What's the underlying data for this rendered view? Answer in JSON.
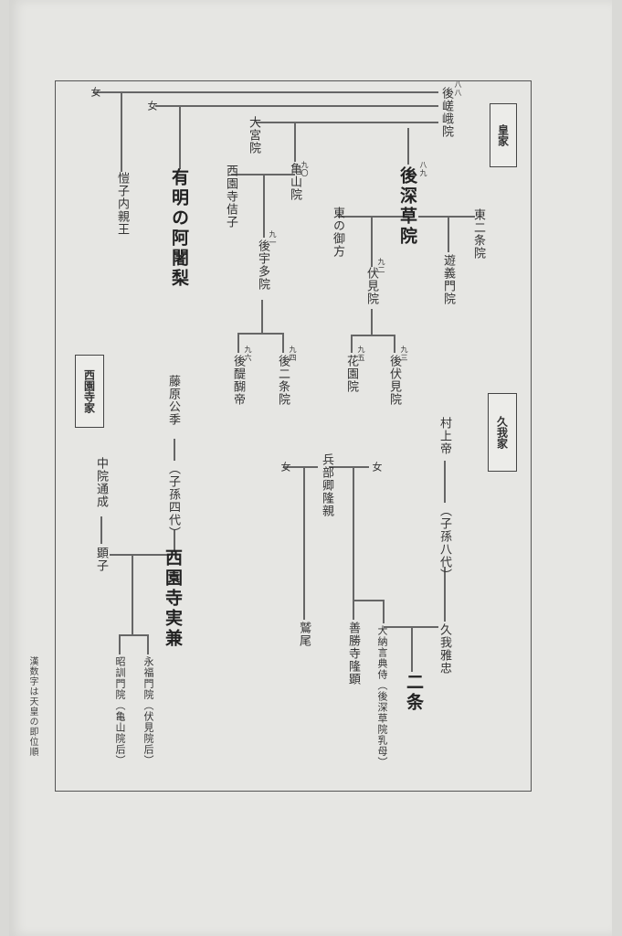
{
  "headers": {
    "imperial": "皇家",
    "kuga": "久我家",
    "saionji": "西園寺家"
  },
  "people": {
    "gosaga": "後嵯峨院",
    "fu_left": "女",
    "fu_left2": "女",
    "kishi": "愷子内親王",
    "ariake": "有明の阿闍梨",
    "omiya": "大宮院",
    "kameyama": "亀山院",
    "saionji_fusako": "西園寺佶子",
    "gouda": "後宇多院",
    "godaigo": "後醍醐帝",
    "gonijo": "後二条院",
    "gofukakusa": "後深草院",
    "higashi": "東の御方",
    "fushimi": "伏見院",
    "hanazono": "花園院",
    "gofushimi": "後伏見院",
    "hi_nijoin": "東二条院",
    "yugi": "遊義門院",
    "fujiwara": "藤原公季",
    "shisetsu4": "（子孫四代）",
    "sanekane": "西園寺実兼",
    "nakanoin": "中院通成",
    "kenshi": "顕子",
    "eifuku": "永福門院（伏見院后）",
    "shokun": "昭訓門院（亀山院后）",
    "murakami": "村上帝",
    "shisetsu8": "（子孫八代）",
    "masatada": "久我雅忠",
    "hyobukyo": "兵部卿隆親",
    "fu_mid": "女",
    "fu_mid2": "女",
    "takaaki": "鷲尾",
    "dainagon": "大納言典侍（後深草院乳母）",
    "zenshoji": "善勝寺隆顕",
    "nijo": "二条"
  },
  "caption": "漢数字は天皇の即位順",
  "reigns": {
    "gosaga": "八八",
    "kameyama": "九〇",
    "gouda": "九一",
    "godaigo": "九六",
    "gonijo": "九四",
    "gofukakusa": "八九",
    "fushimi": "九二",
    "hanazono": "九五",
    "gofushimi": "九三"
  }
}
